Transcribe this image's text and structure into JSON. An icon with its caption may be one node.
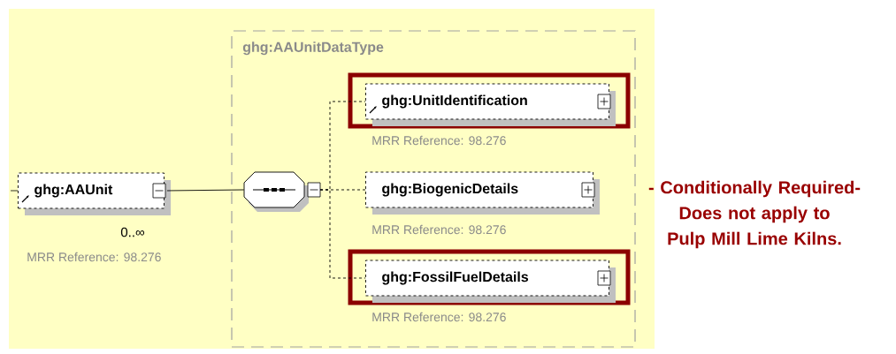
{
  "diagram": {
    "nodes": [
      {
        "text": [
          "ghg:AAUnit"
        ],
        "beside": [
          "0..∞",
          "MRR Reference:  98.276"
        ]
      },
      {
        "text": [
          "ghg:AAUnitDataType"
        ]
      },
      {
        "text": [],
        "shape": "octagon",
        "in": 1
      },
      {
        "text": [
          "ghg:UnitIdentification"
        ],
        "in": 1,
        "beside": [
          "MRR Reference:  98.276"
        ]
      },
      {
        "text": [
          "ghg:BiogenicDetails"
        ],
        "in": 1,
        "beside": [
          "MRR Reference:  98.276",
          "- Conditionally Required- Does not apply to Pulp Mill Lime Kilns."
        ]
      },
      {
        "text": [
          "ghg:FossilFuelDetails"
        ],
        "in": 1,
        "beside": [
          "MRR Reference:  98.276"
        ]
      }
    ],
    "edges": [
      {
        "from": 0,
        "to": 2,
        "arrow": "none"
      },
      {
        "from": 2,
        "to": 3,
        "arrow": "none",
        "style": "dashed"
      },
      {
        "from": 2,
        "to": 4,
        "arrow": "none",
        "style": "dashed"
      },
      {
        "from": 2,
        "to": 5,
        "arrow": "none",
        "style": "dashed"
      }
    ]
  }
}
